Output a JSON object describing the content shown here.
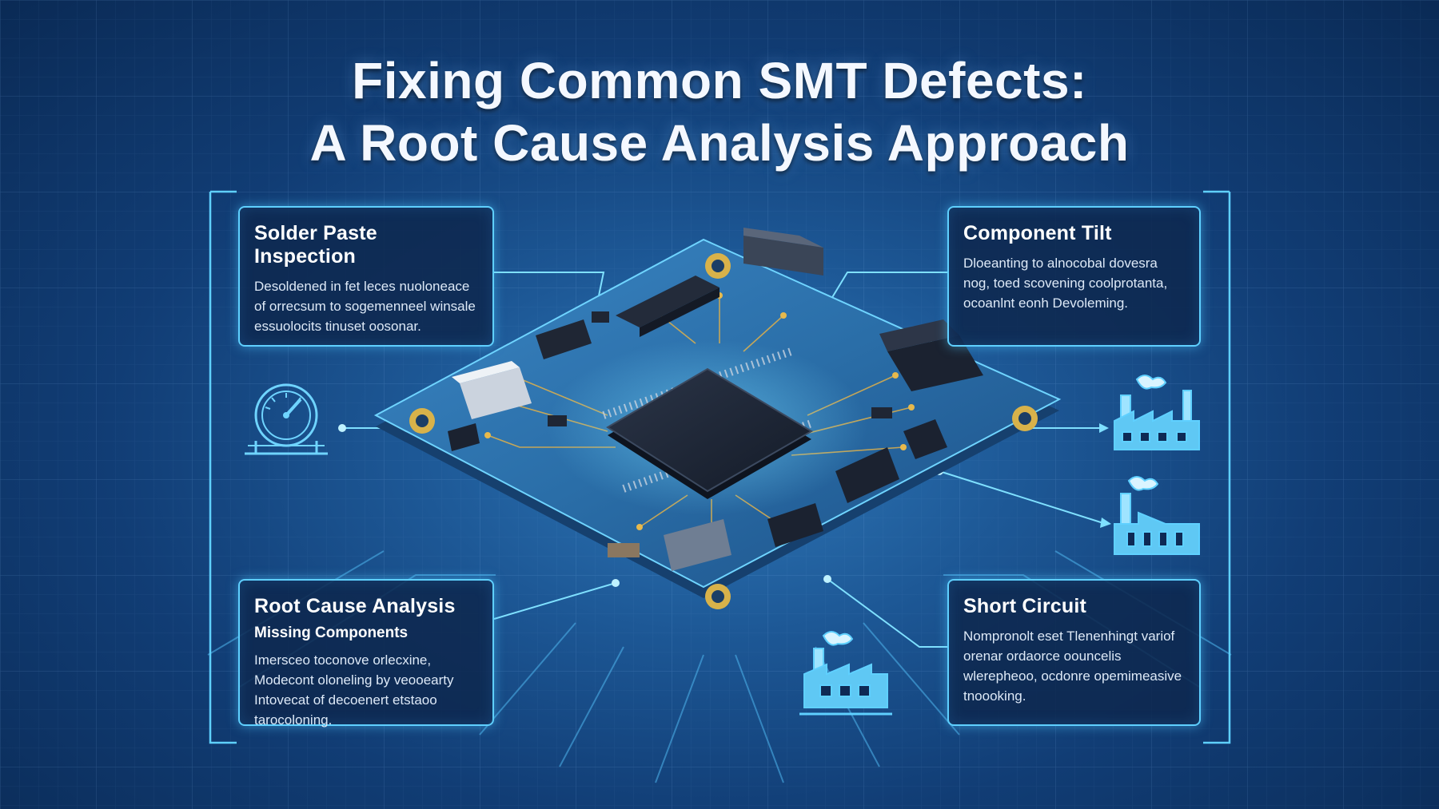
{
  "title": {
    "line1": "Fixing Common SMT Defects:",
    "line2": "A Root Cause Analysis Approach"
  },
  "cards": {
    "solder_paste": {
      "heading": "Solder Paste Inspection",
      "body": "Desoldened in fet leces nuoloneace of orrecsum to sogemenneel winsale essuolocits tinuset oosonar."
    },
    "component_tilt": {
      "heading": "Component Tilt",
      "body": "Dloeanting to alnocobal dovesra nog, toed scovening coolprotanta, ocoanlnt eonh Devoleming."
    },
    "root_cause": {
      "heading": "Root Cause Analysis",
      "subheading": "Missing Components",
      "body": "Imersceo toconove orlecxine, Modecont oloneling by veooearty Intovecat of decoenert etstaoo tarocoloning."
    },
    "short_circuit": {
      "heading": "Short Circuit",
      "body": "Nompronolt eset Tlenenhingt variof orenar ordaorce oouncelis wlerepheoo, ocdonre opemimeasive tnoooking."
    }
  },
  "icons": {
    "left": "pressure-gauge-icon",
    "right_top": "factory-icon",
    "right_middle": "factory-icon",
    "bottom_center": "factory-icon"
  },
  "colors": {
    "background": "#113d75",
    "accent": "#5fd0ff",
    "board": "#2a6ea8",
    "chip": "#1a2233",
    "text": "#ffffff"
  }
}
